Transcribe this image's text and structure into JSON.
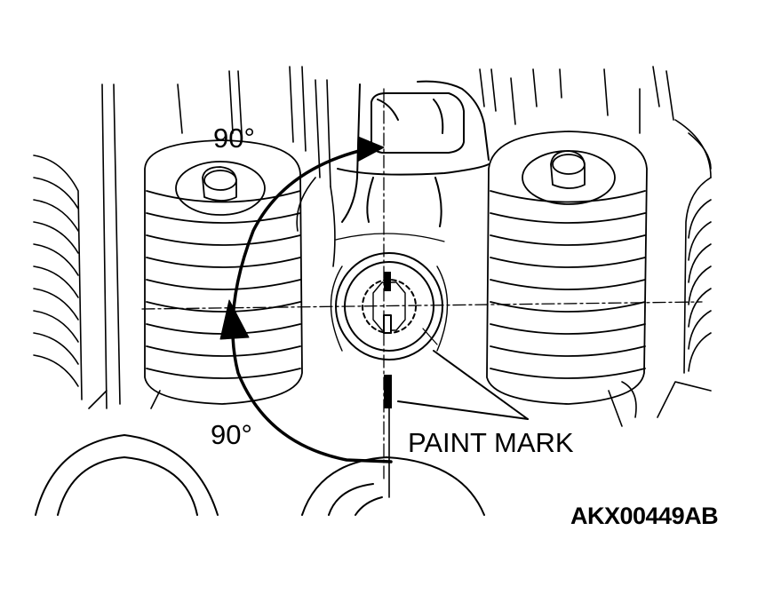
{
  "labels": {
    "angle_top": "90°",
    "angle_bottom": "90°",
    "paint_mark": "PAINT MARK",
    "figure_code": "AKX00449AB"
  },
  "colors": {
    "ink": "#000000",
    "paper": "#ffffff"
  }
}
